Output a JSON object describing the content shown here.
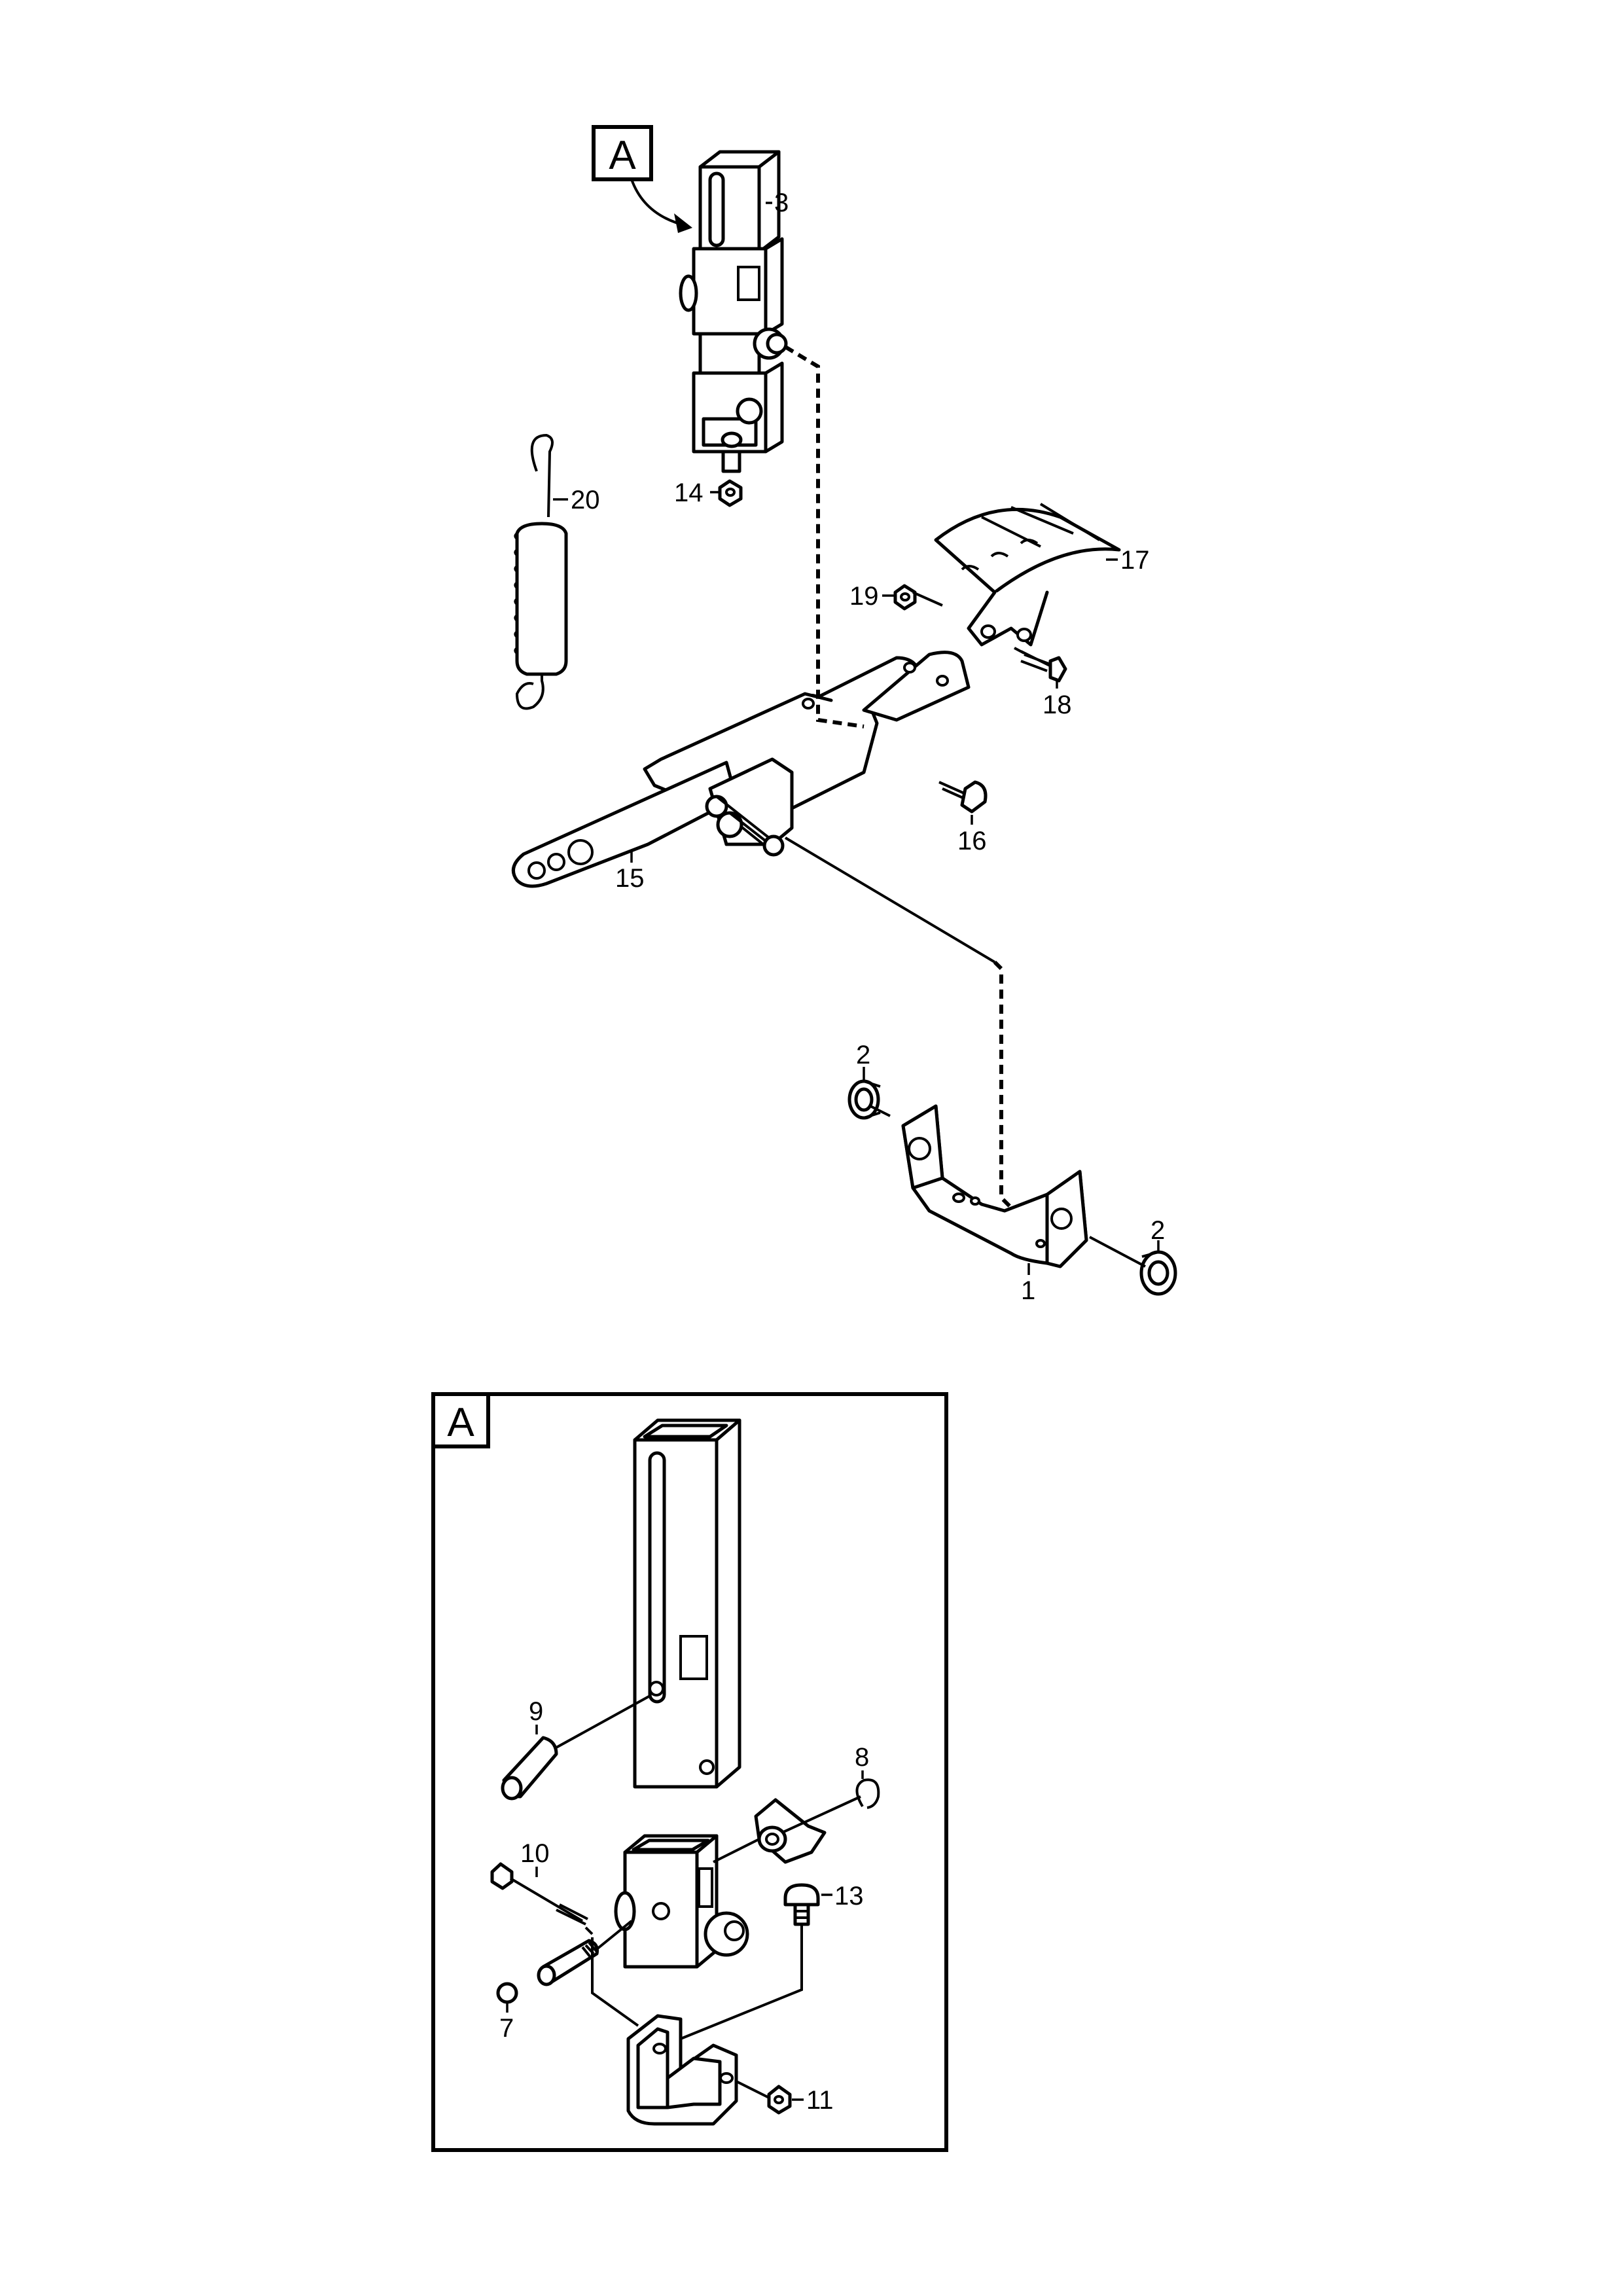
{
  "view_marker": "A",
  "detail_title": "A",
  "callouts": {
    "c1": "1",
    "c2a": "2",
    "c2b": "2",
    "c3": "3",
    "c14": "14",
    "c15": "15",
    "c16": "16",
    "c17": "17",
    "c18": "18",
    "c19": "19",
    "c20": "20",
    "c7": "7",
    "c8": "8",
    "c9": "9",
    "c10": "10",
    "c11": "11",
    "c13": "13"
  },
  "colors": {
    "line": "#000000",
    "background": "#ffffff"
  }
}
